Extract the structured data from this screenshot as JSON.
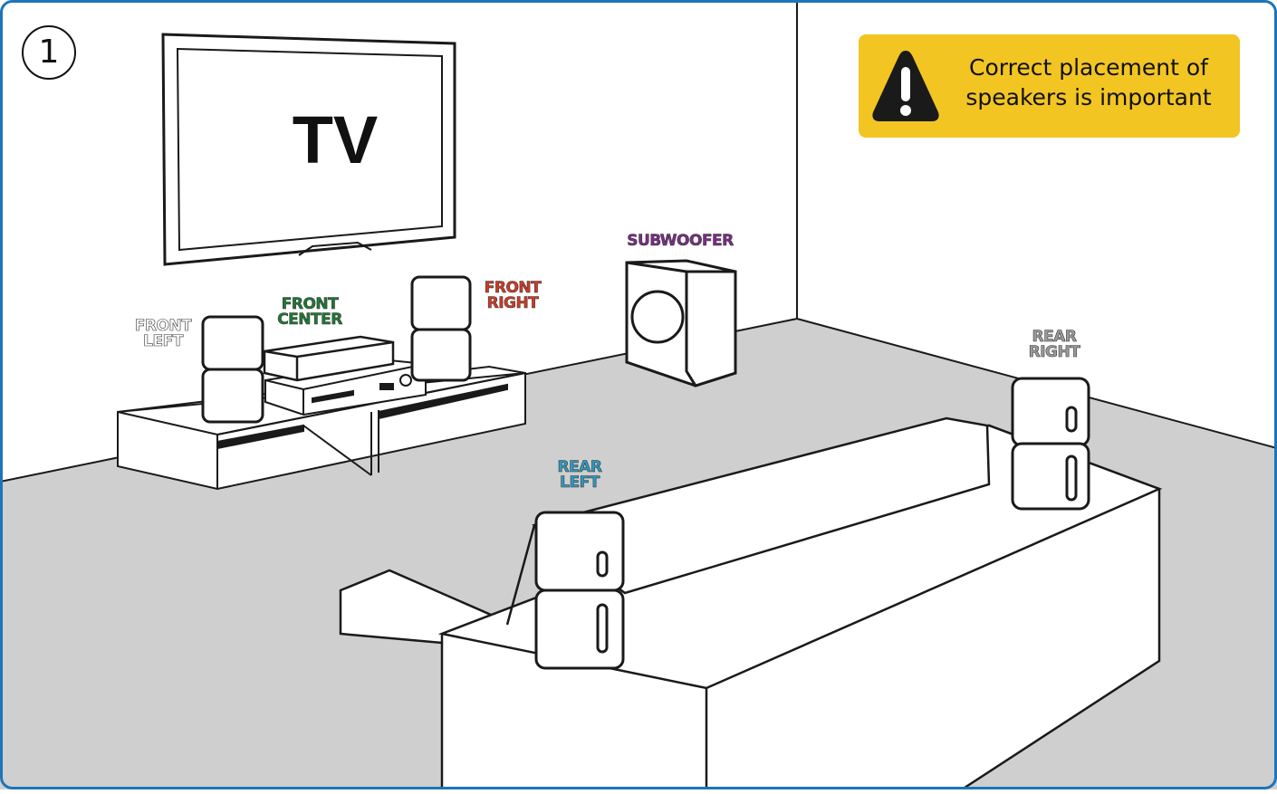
{
  "step_number": "1",
  "tv_label": "TV",
  "warning": {
    "text": "Correct placement of\nspeakers is important",
    "background": "#F2C522",
    "icon": "warning-triangle-icon"
  },
  "speakers": {
    "front_left": {
      "label": "FRONT\nLEFT",
      "color": "#FFFFFF"
    },
    "front_center": {
      "label": "FRONT\nCENTER",
      "color": "#1E7A35"
    },
    "front_right": {
      "label": "FRONT\nRIGHT",
      "color": "#D23A24"
    },
    "subwoofer": {
      "label": "SUBWOOFER",
      "color": "#7A2E86"
    },
    "rear_left": {
      "label": "REAR\nLEFT",
      "color": "#2E9BC4"
    },
    "rear_right": {
      "label": "REAR\nRIGHT",
      "color": "#9C9C9C"
    }
  },
  "colors": {
    "frame": "#1E74B9",
    "floor": "#CFCFCF",
    "wall": "#FFFFFF",
    "outline": "#1A1A1A"
  }
}
